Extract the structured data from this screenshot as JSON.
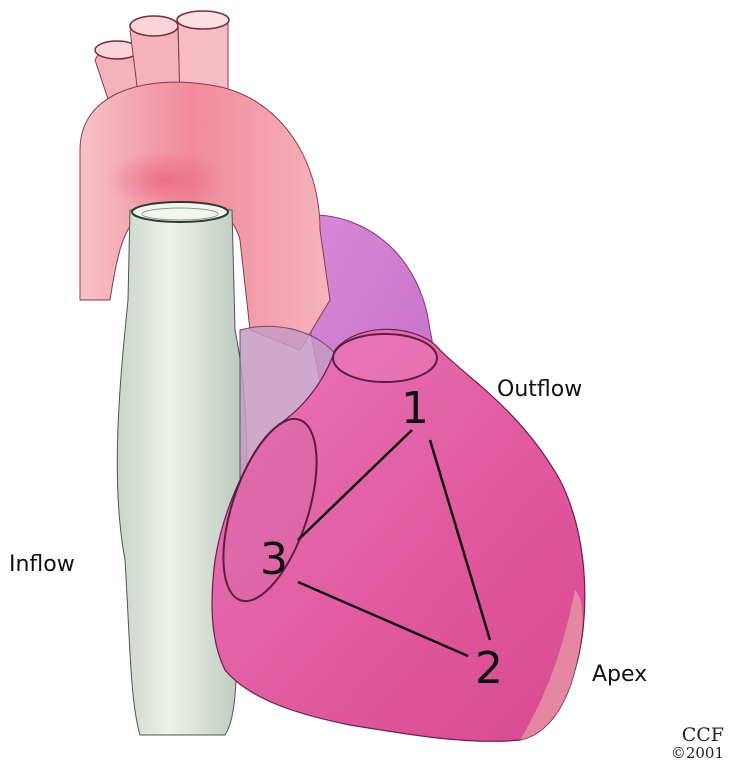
{
  "labels": {
    "outflow": "Outflow",
    "inflow": "Inflow",
    "apex": "Apex"
  },
  "points": {
    "p1": "1",
    "p2": "2",
    "p3": "3"
  },
  "copyright": {
    "line1": "CCF",
    "line2": "©2001"
  },
  "colors": {
    "ventricle": "#e05aa0",
    "vessel": "#dfe8e0",
    "aorta": "#f2a8b2",
    "outline": "#111111"
  }
}
